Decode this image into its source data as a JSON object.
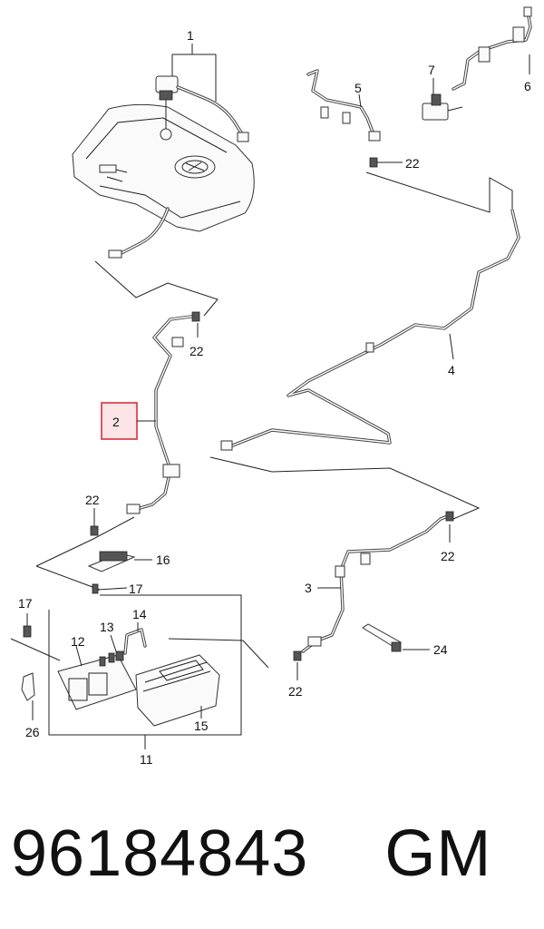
{
  "callouts": {
    "c1": "1",
    "c2": "2",
    "c3": "3",
    "c4": "4",
    "c5": "5",
    "c6": "6",
    "c7": "7",
    "c11": "11",
    "c12": "12",
    "c13": "13",
    "c14": "14",
    "c15": "15",
    "c16": "16",
    "c17a": "17",
    "c17b": "17",
    "c22a": "22",
    "c22b": "22",
    "c22c": "22",
    "c22d": "22",
    "c22e": "22",
    "c24": "24",
    "c26": "26"
  },
  "footer": {
    "part_number": "96184843",
    "brand": "GM",
    "text": "96184843    GM"
  },
  "colors": {
    "highlight": "#d9303a",
    "highlight_fill": "#fde4e6"
  }
}
